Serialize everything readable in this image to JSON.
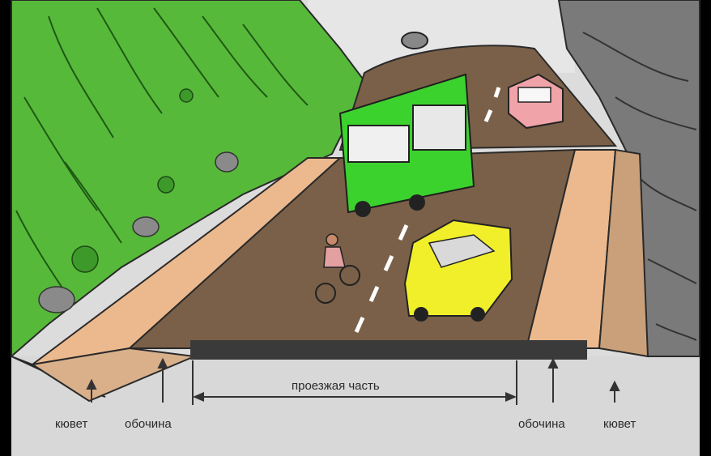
{
  "labels": {
    "ditch_left": "кювет",
    "shoulder_left": "обочина",
    "carriageway": "проезжая часть",
    "shoulder_right": "обочина",
    "ditch_right": "кювет"
  },
  "colors": {
    "grass": "#57b93a",
    "road": "#7a6048",
    "shoulder": "#ecb98e",
    "bus": "#3cd22e",
    "car_yellow": "#f1ef2a",
    "car_pink": "#f0a3a8",
    "rock": "#6a6a6a",
    "ground": "#d5d5d5"
  }
}
